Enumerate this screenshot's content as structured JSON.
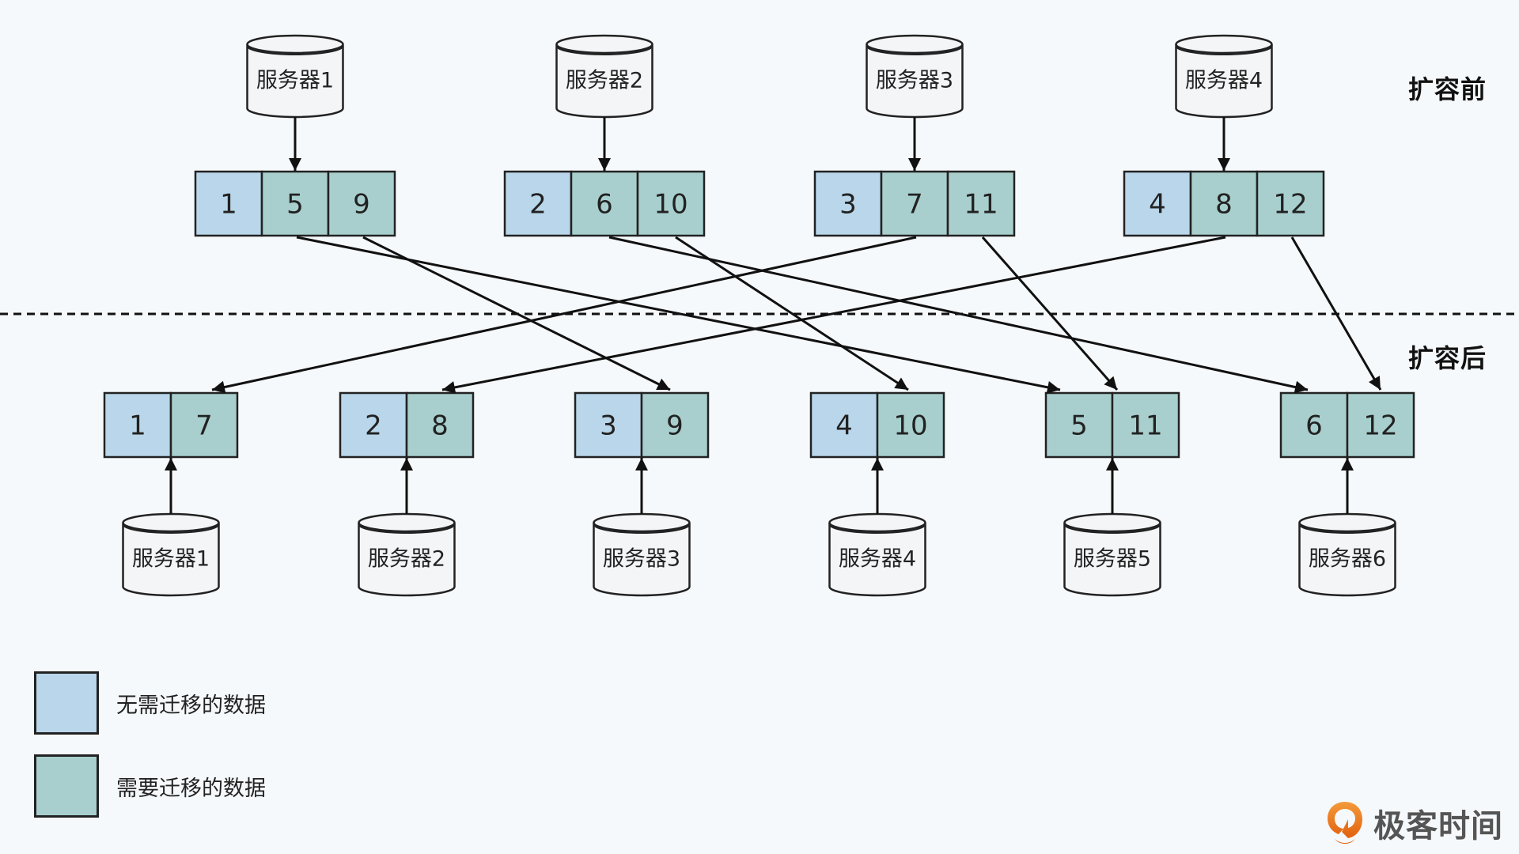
{
  "colors": {
    "background": "#f6f9fb",
    "no_migrate": "#b9d6ea",
    "migrate": "#a8cfcd",
    "stroke": "#222222",
    "cylinder_fill": "#f3f5f7",
    "logo_orange": "#f07c1f"
  },
  "labels": {
    "before": "扩容前",
    "after": "扩容后"
  },
  "before": {
    "servers": [
      {
        "name": "服务器1",
        "cells": [
          {
            "value": "1",
            "migrate": false
          },
          {
            "value": "5",
            "migrate": true
          },
          {
            "value": "9",
            "migrate": true
          }
        ]
      },
      {
        "name": "服务器2",
        "cells": [
          {
            "value": "2",
            "migrate": false
          },
          {
            "value": "6",
            "migrate": true
          },
          {
            "value": "10",
            "migrate": true
          }
        ]
      },
      {
        "name": "服务器3",
        "cells": [
          {
            "value": "3",
            "migrate": false
          },
          {
            "value": "7",
            "migrate": true
          },
          {
            "value": "11",
            "migrate": true
          }
        ]
      },
      {
        "name": "服务器4",
        "cells": [
          {
            "value": "4",
            "migrate": false
          },
          {
            "value": "8",
            "migrate": true
          },
          {
            "value": "12",
            "migrate": true
          }
        ]
      }
    ]
  },
  "after": {
    "servers": [
      {
        "name": "服务器1",
        "cells": [
          {
            "value": "1",
            "migrate": false
          },
          {
            "value": "7",
            "migrate": true
          }
        ]
      },
      {
        "name": "服务器2",
        "cells": [
          {
            "value": "2",
            "migrate": false
          },
          {
            "value": "8",
            "migrate": true
          }
        ]
      },
      {
        "name": "服务器3",
        "cells": [
          {
            "value": "3",
            "migrate": false
          },
          {
            "value": "9",
            "migrate": true
          }
        ]
      },
      {
        "name": "服务器4",
        "cells": [
          {
            "value": "4",
            "migrate": false
          },
          {
            "value": "10",
            "migrate": true
          }
        ]
      },
      {
        "name": "服务器5",
        "cells": [
          {
            "value": "5",
            "migrate": true
          },
          {
            "value": "11",
            "migrate": true
          }
        ]
      },
      {
        "name": "服务器6",
        "cells": [
          {
            "value": "6",
            "migrate": true
          },
          {
            "value": "12",
            "migrate": true
          }
        ]
      }
    ]
  },
  "migrations": [
    {
      "data": "5",
      "from_server": 1,
      "to_server": 5
    },
    {
      "data": "9",
      "from_server": 1,
      "to_server": 3
    },
    {
      "data": "6",
      "from_server": 2,
      "to_server": 6
    },
    {
      "data": "10",
      "from_server": 2,
      "to_server": 4
    },
    {
      "data": "7",
      "from_server": 3,
      "to_server": 1
    },
    {
      "data": "11",
      "from_server": 3,
      "to_server": 5
    },
    {
      "data": "8",
      "from_server": 4,
      "to_server": 2
    },
    {
      "data": "12",
      "from_server": 4,
      "to_server": 6
    }
  ],
  "legend": [
    {
      "label": "无需迁移的数据",
      "type": "no_migrate"
    },
    {
      "label": "需要迁移的数据",
      "type": "migrate"
    }
  ],
  "logo": {
    "text": "极客时间",
    "icon": "geektime-logo-icon"
  }
}
